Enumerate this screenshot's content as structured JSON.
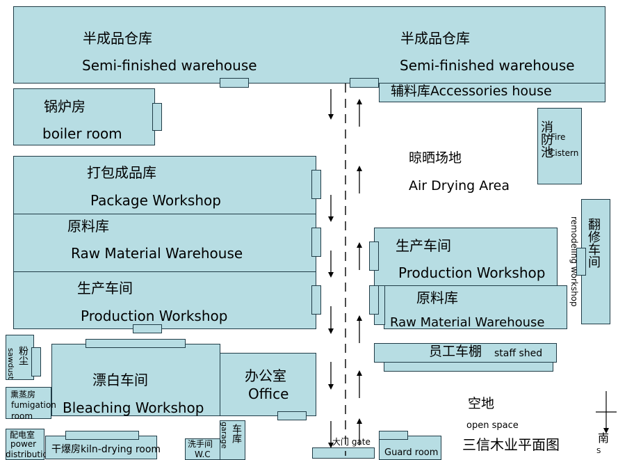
{
  "semi_left": {
    "cn": "半成品仓库",
    "en": "Semi-finished warehouse"
  },
  "semi_right": {
    "cn": "半成品仓库",
    "en": "Semi-finished warehouse"
  },
  "accessories": {
    "label": "辅料库Accessories house"
  },
  "boiler": {
    "cn": "锅炉房",
    "en": "boiler room"
  },
  "fire": {
    "cn": "消防池",
    "en1": "Fire",
    "en2": "Cistern"
  },
  "air_drying": {
    "cn": "晾晒场地",
    "en": "Air Drying Area"
  },
  "package": {
    "cn": "打包成品库",
    "en": "Package Workshop"
  },
  "raw_left": {
    "cn": "原料库",
    "en": "Raw Material Warehouse"
  },
  "prod_left": {
    "cn": "生产车间",
    "en": "Production Workshop"
  },
  "prod_right": {
    "cn": "生产车间",
    "en": "Production Workshop"
  },
  "raw_right": {
    "cn": "原料库",
    "en": "Raw Material Warehouse"
  },
  "remodel": {
    "cn": "翻修车间",
    "en": "remodeling workshop"
  },
  "staff_shed": {
    "cn": "员工车棚",
    "en": "staff shed"
  },
  "sawdust": {
    "cn": "粉尘",
    "en": "sawdust"
  },
  "bleach": {
    "cn": "漂白车间",
    "en": "Bleaching Workshop"
  },
  "office": {
    "cn": "办公室",
    "en": "Office"
  },
  "fumigation": {
    "cn": "熏蒸房",
    "en1": "fumigation",
    "en2": "room"
  },
  "open_space": {
    "cn": "空地",
    "en": "open space"
  },
  "power": {
    "cn": "配电室",
    "en1": "power",
    "en2": "distribution"
  },
  "kiln": {
    "label": "干爆房kiln-drying room"
  },
  "wc": {
    "cn": "洗手间",
    "en": "W.C"
  },
  "garage": {
    "cn": "车库",
    "en": "garage"
  },
  "gate": {
    "label": "大门 gate"
  },
  "guard": {
    "label": "Guard room"
  },
  "plan_title": "三信木业平面图",
  "compass": {
    "cn": "南",
    "en": "S"
  },
  "colors": {
    "building_fill": "#b7dde3",
    "outline": "#1f3b46"
  }
}
